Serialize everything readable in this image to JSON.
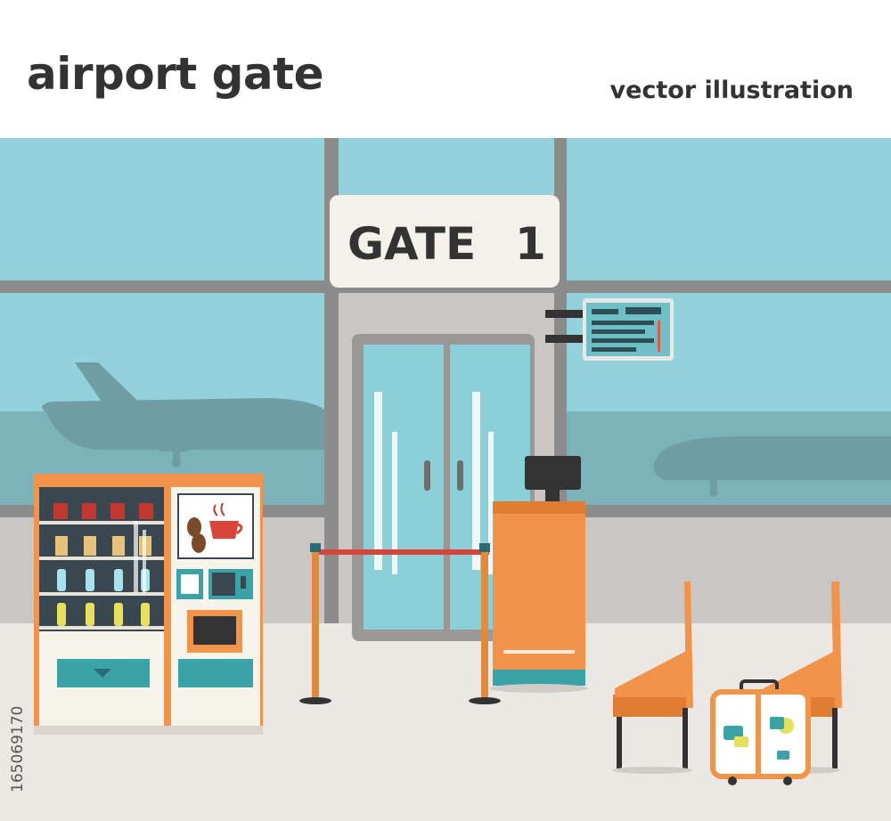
{
  "header": {
    "title": "airport gate",
    "subtitle": "vector illustration"
  },
  "sign": {
    "label": "GATE",
    "number": "1"
  },
  "stock_id": "165069170",
  "colors": {
    "sky": "#93d1dc",
    "frame": "#8c8c8c",
    "wall": "#c9c6c3",
    "floor": "#e9e6e2",
    "orange": "#f2934a",
    "teal": "#3aa3a8",
    "text_dark": "#333333"
  },
  "icons": [
    "coffee-cup-icon",
    "coffee-bean-icon",
    "airplane-silhouette",
    "suitcase-icon"
  ]
}
